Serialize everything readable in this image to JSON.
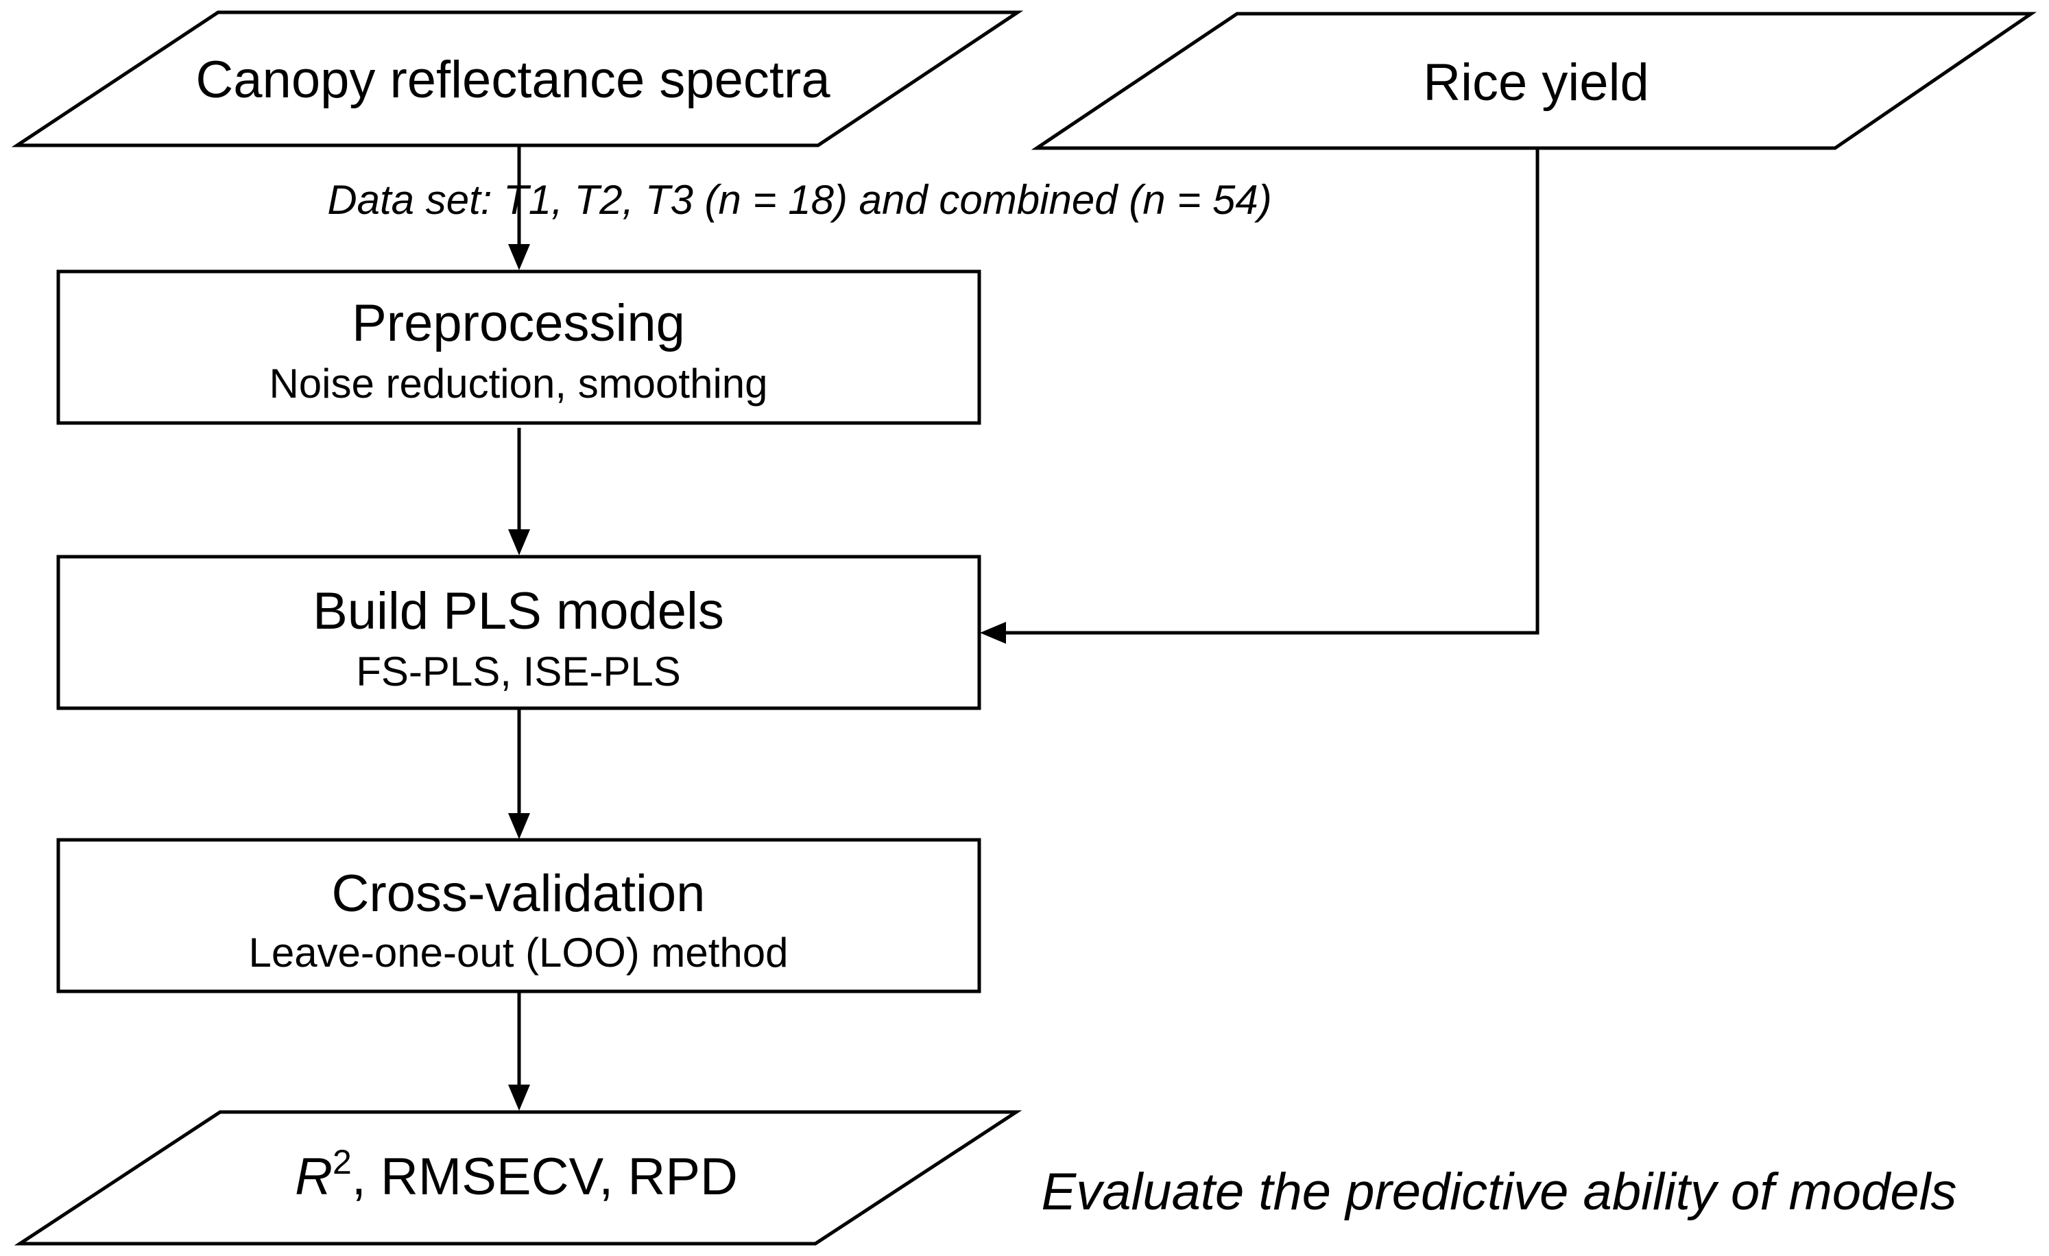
{
  "inputs": {
    "spectra": {
      "label": "Canopy reflectance spectra"
    },
    "yield": {
      "label": "Rice yield"
    }
  },
  "dataset_note": "Data set: T1, T2, T3 (n = 18) and combined (n = 54)",
  "steps": {
    "preprocessing": {
      "title": "Preprocessing",
      "subtitle": "Noise reduction, smoothing"
    },
    "pls": {
      "title": "Build PLS models",
      "subtitle": "FS-PLS, ISE-PLS"
    },
    "cv": {
      "title": "Cross-validation",
      "subtitle": "Leave-one-out (LOO) method"
    }
  },
  "output": {
    "r_symbol": "R",
    "r_superscript": "2",
    "metrics": ", RMSECV, RPD",
    "note": "Evaluate the predictive ability of models"
  },
  "colors": {
    "stroke": "#000000",
    "fill": "#ffffff",
    "text": "#000000"
  }
}
